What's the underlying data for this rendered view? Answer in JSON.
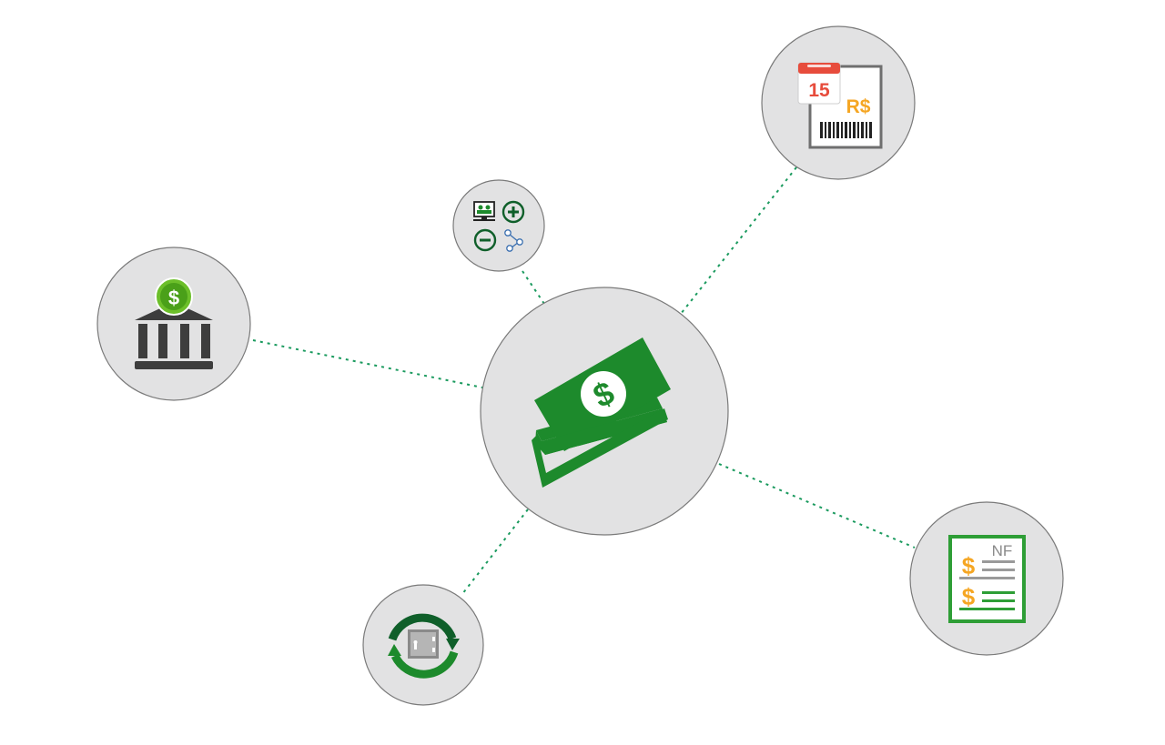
{
  "diagram": {
    "colors": {
      "node_fill": "#e2e2e3",
      "node_stroke": "#7a7a7a",
      "connector": "#1a9a5e",
      "brand_green": "#1d8a2c",
      "dark_green": "#0f5f2a",
      "light_green": "#6cbf2a",
      "orange": "#f5a623",
      "calendar_red": "#e74c3c",
      "icon_gray": "#3d3d3d"
    },
    "center_node": {
      "icon": "money-stack-icon"
    },
    "nodes": {
      "bank": {
        "icon": "bank-dollar-icon"
      },
      "invoice_calendar": {
        "icon": "calendar-boleto-icon",
        "day": "15",
        "currency": "R$"
      },
      "small_controls": {
        "icons": [
          "monitor-users-icon",
          "plus-circle-icon",
          "minus-circle-icon",
          "share-nodes-icon"
        ]
      },
      "safe_sync": {
        "icon": "safe-sync-icon"
      },
      "nota_fiscal": {
        "icon": "nota-fiscal-icon",
        "label": "NF",
        "currency_symbol_top": "$",
        "currency_symbol_bottom": "$"
      }
    }
  }
}
